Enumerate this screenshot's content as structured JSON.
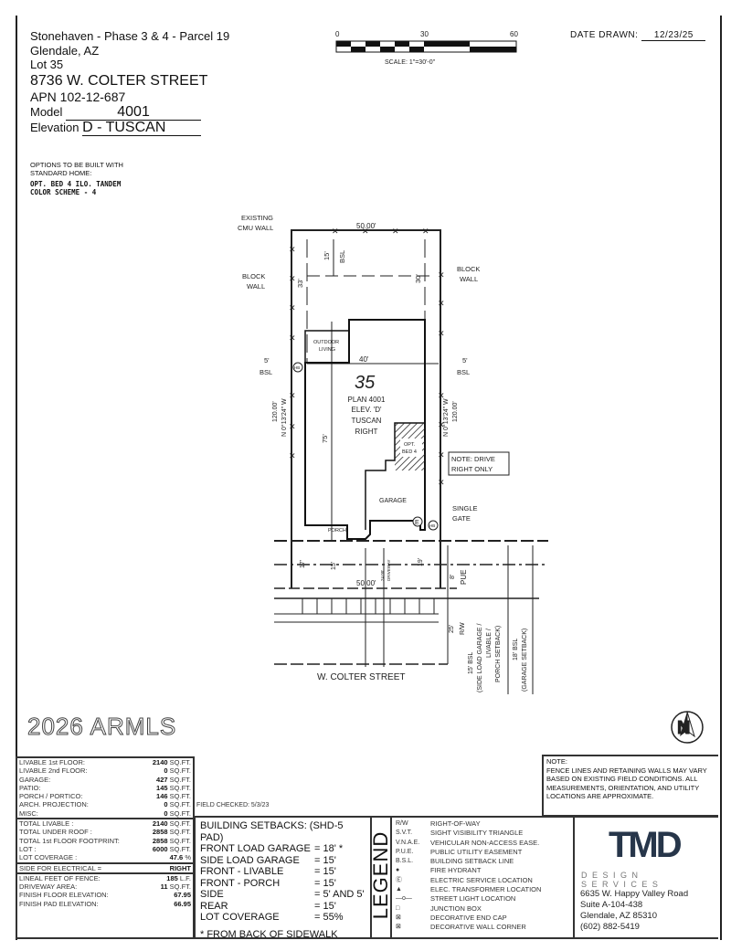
{
  "header": {
    "subdivision": "Stonehaven - Phase 3 & 4 - Parcel 19",
    "city": "Glendale, AZ",
    "lot": "Lot  35",
    "address": "8736 W. COLTER STREET",
    "apn": "APN  102-12-687",
    "model_label": "Model",
    "model": "4001",
    "elevation_label": "Elevation",
    "elevation": "D - TUSCAN",
    "options_heading_1": "OPTIONS TO BE BUILT WITH",
    "options_heading_2": "STANDARD HOME:",
    "options": [
      "OPT. BED 4 ILO. TANDEM",
      "COLOR SCHEME - 4"
    ]
  },
  "scale": {
    "ticks": [
      "0",
      "30",
      "60"
    ],
    "label": "SCALE: 1\"=30'-0\""
  },
  "date": {
    "label": "DATE DRAWN:",
    "value": "12/23/25"
  },
  "plan": {
    "lot_number": "35",
    "plan_text": [
      "PLAN 4001",
      "ELEV. 'D'",
      "TUSCAN",
      "RIGHT"
    ],
    "labels": {
      "existing_wall": [
        "EXISTING",
        "CMU WALL"
      ],
      "block_wall": [
        "BLOCK",
        "WALL"
      ],
      "top_width": "50.00'",
      "bottom_width": "50.00'",
      "rear_bsl": "15'",
      "bsl": "BSL",
      "rear_33": "33'",
      "rear_30": "30'",
      "outdoor_living": [
        "OUTDOOR",
        "LIVING"
      ],
      "width_40": "40'",
      "side_5": "5'",
      "depth_75": "75'",
      "side_dim": "120.00'",
      "bearing": "N 0°13'24\" W",
      "opt_bed": [
        "OPT.",
        "BED 4"
      ],
      "note_drive": [
        "NOTE: DRIVE",
        "RIGHT ONLY"
      ],
      "garage": "GARAGE",
      "single_gate": [
        "SINGLE",
        "GATE"
      ],
      "porch": "PORCH",
      "e_marker": "E",
      "hb_marker": "HB",
      "dim_17": "17'",
      "dim_15": "15'",
      "dim_19": "19'",
      "driveway": [
        "24.00'",
        "DRIVEWAY"
      ],
      "pue_8": "8'",
      "pue": "PUE",
      "rw_25": "25'",
      "rw": "R/W",
      "bsl_15": [
        "15' BSL",
        "(SIDE LOAD GARAGE /",
        "LIVABLE /",
        "PORCH SETBACK)"
      ],
      "bsl_18": [
        "18' BSL",
        "(GARAGE SETBACK)"
      ],
      "street": "W. COLTER STREET",
      "north": "N"
    }
  },
  "areas": {
    "group1": [
      {
        "label": "LIVABLE 1st FLOOR:",
        "value": "2140",
        "unit": "SQ.FT."
      },
      {
        "label": "LIVABLE 2nd FLOOR:",
        "value": "0",
        "unit": "SQ.FT."
      },
      {
        "label": "GARAGE:",
        "value": "427",
        "unit": "SQ.FT."
      },
      {
        "label": "PATIO:",
        "value": "145",
        "unit": "SQ.FT."
      },
      {
        "label": "PORCH / PORTICO:",
        "value": "146",
        "unit": "SQ.FT."
      },
      {
        "label": "ARCH. PROJECTION:",
        "value": "0",
        "unit": "SQ.FT."
      },
      {
        "label": "MISC:",
        "value": "0",
        "unit": "SQ.FT."
      }
    ],
    "group2": [
      {
        "label": "TOTAL LIVABLE :",
        "value": "2140",
        "unit": "SQ.FT."
      },
      {
        "label": "TOTAL UNDER ROOF :",
        "value": "2858",
        "unit": "SQ.FT."
      },
      {
        "label": "TOTAL 1st FLOOR FOOTPRINT:",
        "value": "2858",
        "unit": "SQ.FT."
      },
      {
        "label": "LOT :",
        "value": "6000",
        "unit": "SQ.FT."
      },
      {
        "label": "LOT COVERAGE :",
        "value": "47.6",
        "unit": "%"
      }
    ],
    "electrical": {
      "label": "SIDE FOR ELECTRICAL =",
      "value": "RIGHT"
    },
    "group3": [
      {
        "label": "LINEAL FEET OF FENCE:",
        "value": "185",
        "unit": "L.F."
      },
      {
        "label": "DRIVEWAY AREA:",
        "value": "11",
        "unit": "SQ.FT."
      },
      {
        "label": "FINISH FLOOR ELEVATION:",
        "value": "67.95",
        "unit": ""
      },
      {
        "label": "FINISH PAD ELEVATION:",
        "value": "66.95",
        "unit": ""
      }
    ]
  },
  "field_checked": "FIELD CHECKED: 5/3/23",
  "setbacks": {
    "title": "BUILDING SETBACKS: (SHD-5 PAD)",
    "rows": [
      {
        "label": "FRONT LOAD GARAGE",
        "value": "= 18' *"
      },
      {
        "label": "SIDE LOAD GARAGE",
        "value": "= 15'"
      },
      {
        "label": "FRONT - LIVABLE",
        "value": "= 15'"
      },
      {
        "label": "FRONT - PORCH",
        "value": "= 15'"
      },
      {
        "label": "SIDE",
        "value": "= 5' AND 5'"
      },
      {
        "label": "REAR",
        "value": "= 15'"
      },
      {
        "label": "LOT COVERAGE",
        "value": "= 55%"
      }
    ],
    "footnote": "* FROM BACK OF SIDEWALK"
  },
  "note": {
    "title": "NOTE:",
    "text": "FENCE LINES AND RETAINING WALLS MAY VARY BASED ON EXISTING FIELD CONDITIONS.  ALL MEASUREMENTS, ORIENTATION, AND UTILITY LOCATIONS ARE APPROXIMATE."
  },
  "legend": {
    "title": "LEGEND",
    "items": [
      {
        "abbr": "R/W",
        "text": "RIGHT-OF-WAY"
      },
      {
        "abbr": "S.V.T.",
        "text": "SIGHT VISIBILITY TRIANGLE"
      },
      {
        "abbr": "V.N.A.E.",
        "text": "VEHICULAR NON-ACCESS EASE."
      },
      {
        "abbr": "P.U.E.",
        "text": "PUBLIC UTILITY EASEMENT"
      },
      {
        "abbr": "B.S.L.",
        "text": "BUILDING SETBACK LINE"
      },
      {
        "abbr": "●",
        "text": "FIRE HYDRANT"
      },
      {
        "abbr": "Ⓔ",
        "text": "ELECTRIC SERVICE LOCATION"
      },
      {
        "abbr": "▲",
        "text": "ELEC. TRANSFORMER LOCATION"
      },
      {
        "abbr": "—o—",
        "text": "STREET LIGHT LOCATION"
      },
      {
        "abbr": "□",
        "text": "JUNCTION BOX"
      },
      {
        "abbr": "⊠",
        "text": "DECORATIVE END CAP"
      },
      {
        "abbr": "⊠",
        "text": "DECORATIVE WALL CORNER"
      }
    ]
  },
  "company": {
    "logo": "TMD",
    "tagline": "DESIGN SERVICES",
    "address": [
      "6635 W. Happy Valley Road",
      "Suite A-104-438",
      "Glendale, AZ 85310",
      "(602) 882-5419"
    ],
    "brand_color": "#27364a"
  },
  "watermark": "2026 ARMLS"
}
